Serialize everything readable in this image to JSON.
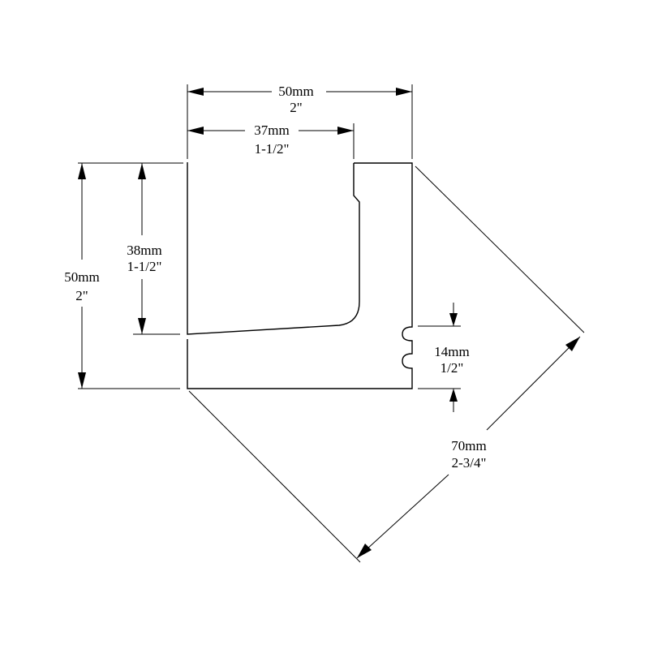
{
  "diagram": {
    "dims": {
      "top_width": {
        "metric": "50mm",
        "imperial": "2\""
      },
      "inner_width": {
        "metric": "37mm",
        "imperial": "1-1/2\""
      },
      "left_height": {
        "metric": "50mm",
        "imperial": "2\""
      },
      "inner_height": {
        "metric": "38mm",
        "imperial": "1-1/2\""
      },
      "groove": {
        "metric": "14mm",
        "imperial": "1/2\""
      },
      "diagonal": {
        "metric": "70mm",
        "imperial": "2-3/4\""
      }
    },
    "colors": {
      "line": "#000000",
      "background": "#ffffff"
    }
  }
}
